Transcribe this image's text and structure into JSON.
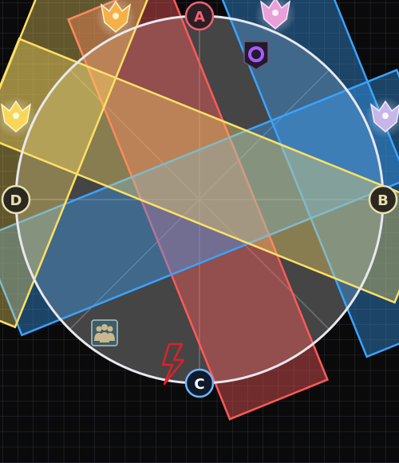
{
  "grid_color": "#2a2f36",
  "arena": {
    "floor_color": "#454545",
    "rim_color": "#e8e8ee"
  },
  "waymarks": [
    {
      "id": "A",
      "label": "A",
      "color": "#f2607a",
      "icon": "waymark-a-icon"
    },
    {
      "id": "B",
      "label": "B",
      "color": "#e8dfb0",
      "icon": "waymark-b-icon"
    },
    {
      "id": "C",
      "label": "C",
      "color": "#6fb7ff",
      "icon": "waymark-c-icon"
    },
    {
      "id": "D",
      "label": "D",
      "color": "#e8dfb0",
      "icon": "waymark-d-icon"
    }
  ],
  "aoe_zones": [
    {
      "id": "red-line-aoe",
      "color": "#ff5a5a"
    },
    {
      "id": "blue-line-aoe-right",
      "color": "#3aa3ff"
    },
    {
      "id": "blue-line-aoe-left",
      "color": "#3aa3ff"
    },
    {
      "id": "yellow-line-aoe-upper",
      "color": "#ffe066"
    },
    {
      "id": "yellow-line-aoe-lower",
      "color": "#ffe066"
    }
  ],
  "bosses": [
    {
      "id": "boss-orange",
      "color": "#f4b14a",
      "icon": "boss-crest-icon"
    },
    {
      "id": "boss-pink",
      "color": "#e8a0d8",
      "icon": "boss-crest-icon"
    },
    {
      "id": "boss-yellow",
      "color": "#f7d65a",
      "icon": "boss-crest-icon"
    },
    {
      "id": "boss-lilac",
      "color": "#c7b6e8",
      "icon": "boss-crest-icon"
    }
  ],
  "markers": [
    {
      "id": "party-marker",
      "icon": "party-group-icon"
    },
    {
      "id": "purple-ring-marker",
      "icon": "purple-ring-icon"
    },
    {
      "id": "lightning-marker",
      "icon": "lightning-icon",
      "color": "#e0202a"
    }
  ]
}
